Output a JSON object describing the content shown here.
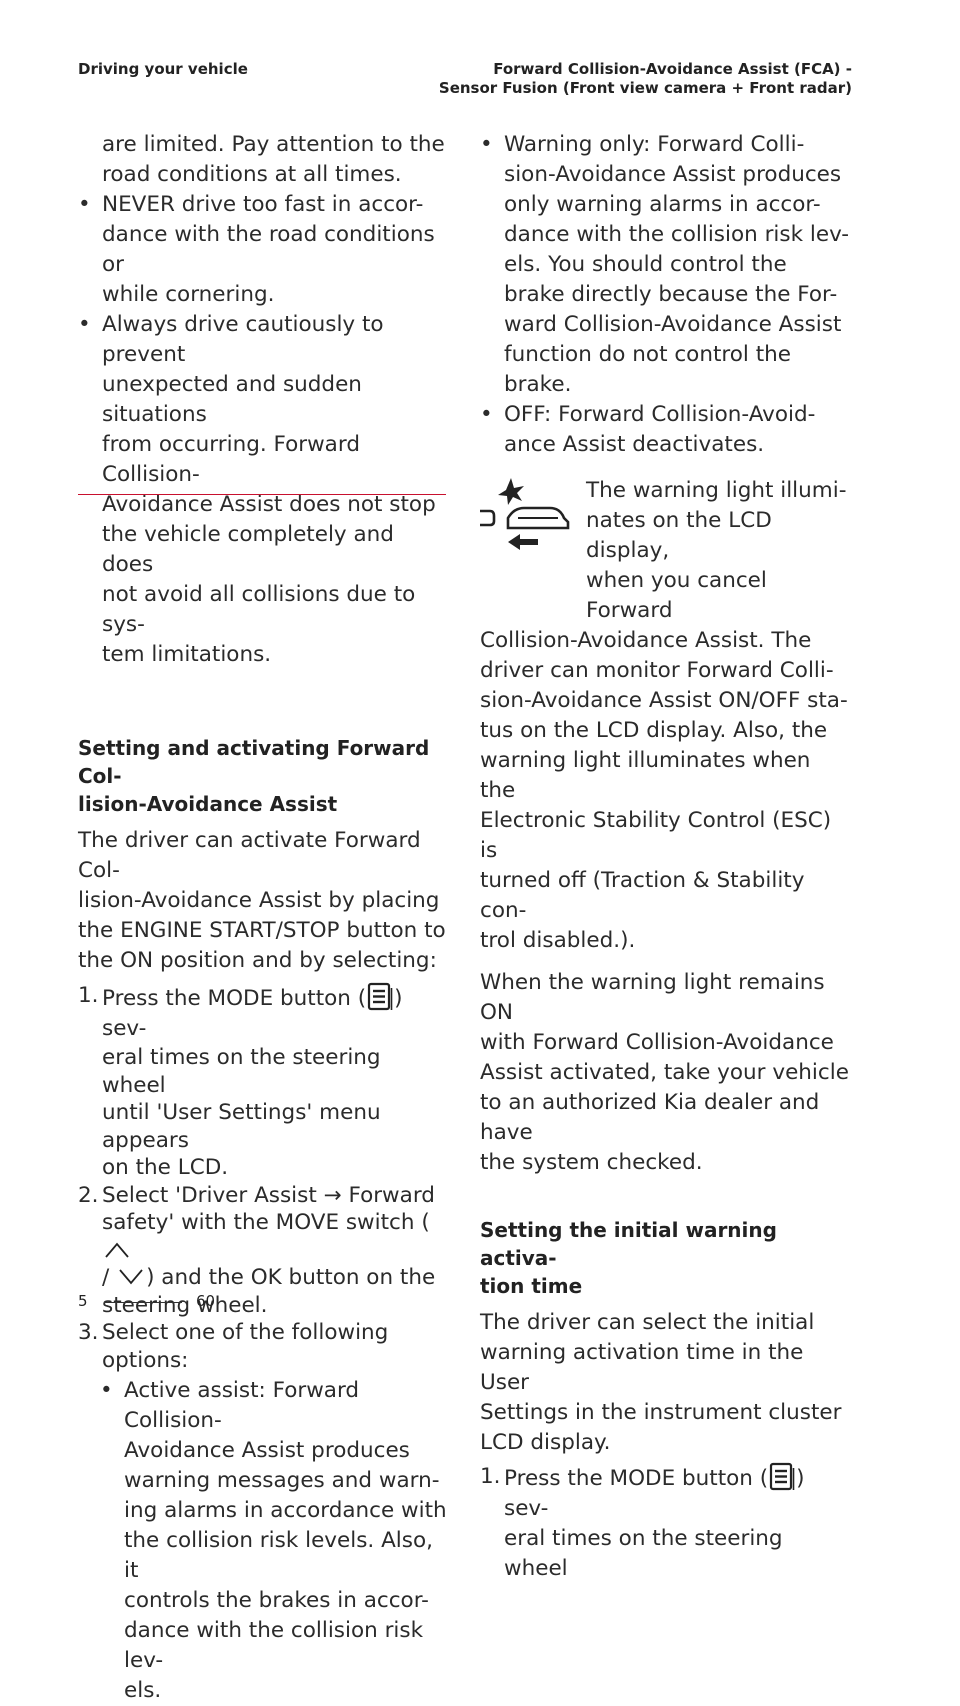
{
  "header": {
    "left": "Driving your vehicle",
    "right_line1": "Forward Collision-Avoidance Assist (FCA) -",
    "right_line2": "Sensor Fusion (Front view camera + Front radar)"
  },
  "left": {
    "intro_lines": [
      "are limited. Pay attention to the",
      "road conditions at all times."
    ],
    "bullet2_lines": [
      "NEVER drive too fast in accor-",
      "dance with the road conditions or",
      "while cornering."
    ],
    "bullet3_lines": [
      "Always drive cautiously to prevent",
      "unexpected and sudden situations",
      "from occurring. Forward Collision-",
      "Avoidance Assist does not stop",
      "the vehicle completely and does",
      "not avoid all collisions due to sys-",
      "tem limitations."
    ],
    "section_title_lines": [
      "Setting and activating Forward Col-",
      "lision-Avoidance Assist"
    ],
    "para_lines": [
      "The driver can activate Forward Col-",
      "lision-Avoidance Assist by placing",
      "the ENGINE START/STOP button to",
      "the ON position and by selecting:"
    ],
    "step1": {
      "num": "1.",
      "a": "Press the MODE button (",
      "b": ") sev-",
      "lines": [
        "eral times on the steering wheel",
        "until 'User Settings' menu appears",
        "on the LCD."
      ]
    },
    "step2": {
      "num": "2.",
      "l1": "Select 'Driver Assist → Forward",
      "l2a": "safety' with the MOVE switch (",
      "l3a": "/ ",
      "l3b": ") and the OK button on the",
      "l4": "steering wheel."
    },
    "step3": {
      "num": "3.",
      "lines": [
        "Select one of the following",
        "options:"
      ]
    },
    "sub_bullet_lines": [
      "Active assist: Forward Collision-",
      "Avoidance Assist produces",
      "warning messages and warn-",
      "ing alarms in accordance with",
      "the collision risk levels. Also, it",
      "controls the brakes in accor-",
      "dance with the collision risk lev-",
      "els."
    ]
  },
  "right": {
    "bullet1_lines": [
      "Warning only: Forward Colli-",
      "sion-Avoidance Assist produces",
      "only warning alarms in accor-",
      "dance with the collision risk lev-",
      "els. You should control the",
      "brake directly because the For-",
      "ward Collision-Avoidance Assist",
      "function do not control the",
      "brake."
    ],
    "bullet2_lines": [
      "OFF: Forward Collision-Avoid-",
      "ance Assist deactivates."
    ],
    "icon_para_indented": [
      "The warning light illumi-",
      "nates on the LCD display,",
      "when you cancel Forward"
    ],
    "icon_para_rest": [
      "Collision-Avoidance Assist. The",
      "driver can monitor Forward Colli-",
      "sion-Avoidance Assist ON/OFF sta-",
      "tus on the LCD display. Also, the",
      "warning light illuminates when the",
      "Electronic Stability Control (ESC) is",
      "turned off (Traction & Stability con-",
      "trol disabled.)."
    ],
    "para2_lines": [
      "When the warning light remains ON",
      "with Forward Collision-Avoidance",
      "Assist activated, take your vehicle",
      "to an authorized Kia dealer and have",
      "the system checked."
    ],
    "section_title_lines": [
      "Setting the initial warning activa-",
      "tion time"
    ],
    "para3_lines": [
      "The driver can select the initial",
      "warning activation time in the User",
      "Settings in the instrument cluster",
      "LCD display."
    ],
    "step1": {
      "num": "1.",
      "a": "Press the MODE button (",
      "b": ") sev-",
      "line2": "eral times on the steering wheel"
    }
  },
  "footer": {
    "chapter": "5",
    "page": "60"
  },
  "colors": {
    "accent_rule": "#c8102e",
    "text": "#2b2b2b"
  },
  "icons": {
    "bullet": "•",
    "mode": "mode-button-icon",
    "move_up": "chevron-up-icon",
    "move_down": "chevron-down-icon",
    "fca": "fca-warning-light-icon"
  }
}
